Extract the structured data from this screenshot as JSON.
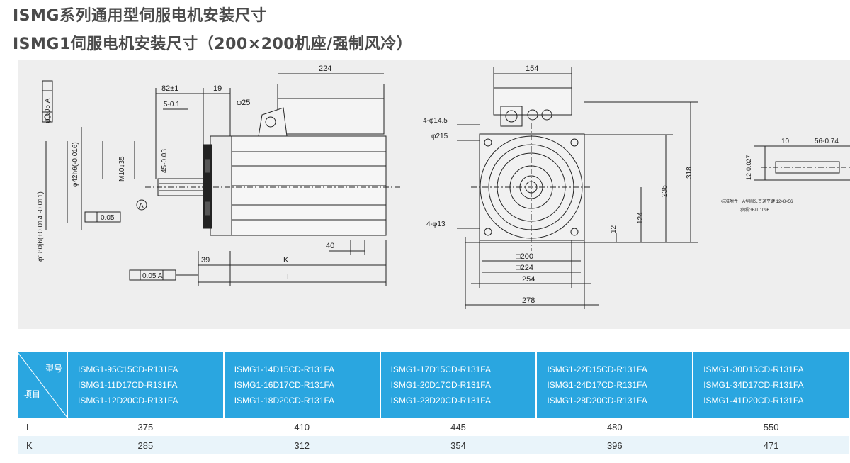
{
  "titles": {
    "series": "ISMG系列通用型伺服电机安装尺寸",
    "subtitle": "ISMG1伺服电机安装尺寸（200×200机座/强制风冷）"
  },
  "drawing": {
    "dims": {
      "top_width": "224",
      "flange_82": "82±1",
      "flange_19": "19",
      "shaft_dia": "φ25",
      "key_5": "5-0.1",
      "shaft_42": "φ42h6(-0.016)",
      "thread": "M10↓35",
      "h45": "45-0.03",
      "pilot": "φ180j6(+0.014 -0.011)",
      "runout": "φ0.05 A",
      "tol_flat": "0.05",
      "perp": "0.05 A",
      "datum": "A",
      "dim_39": "39",
      "dim_40": "40",
      "dim_k": "K",
      "dim_l": "L",
      "front_154": "154",
      "holes_145": "4-φ14.5",
      "pcd": "φ215",
      "holes_13": "4-φ13",
      "sq200": "□200",
      "sq224": "□224",
      "w254": "254",
      "w278": "278",
      "h12": "12",
      "h124": "124",
      "h236": "236",
      "h318": "318",
      "key_10": "10",
      "key_56": "56-0.74",
      "key_12": "12-0.027",
      "key_note1": "标准附件：A型圆头普通平键 12×8×56",
      "key_note2": "参照GB/T 1096"
    }
  },
  "table": {
    "corner_top": "型号",
    "corner_bottom": "项目",
    "columns": [
      [
        "ISMG1-95C15CD-R131FA",
        "ISMG1-11D17CD-R131FA",
        "ISMG1-12D20CD-R131FA"
      ],
      [
        "ISMG1-14D15CD-R131FA",
        "ISMG1-16D17CD-R131FA",
        "ISMG1-18D20CD-R131FA"
      ],
      [
        "ISMG1-17D15CD-R131FA",
        "ISMG1-20D17CD-R131FA",
        "ISMG1-23D20CD-R131FA"
      ],
      [
        "ISMG1-22D15CD-R131FA",
        "ISMG1-24D17CD-R131FA",
        "ISMG1-28D20CD-R131FA"
      ],
      [
        "ISMG1-30D15CD-R131FA",
        "ISMG1-34D17CD-R131FA",
        "ISMG1-41D20CD-R131FA"
      ]
    ],
    "rows": [
      {
        "label": "L",
        "values": [
          "375",
          "410",
          "445",
          "480",
          "550"
        ]
      },
      {
        "label": "K",
        "values": [
          "285",
          "312",
          "354",
          "396",
          "471"
        ]
      }
    ],
    "colors": {
      "header_bg": "#2aa6e0",
      "alt_row": "#e9f4fa"
    }
  }
}
